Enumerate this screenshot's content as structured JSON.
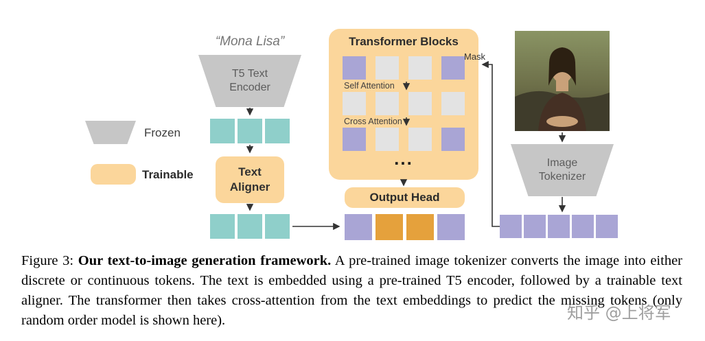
{
  "figure": {
    "prompt_text": "“Mona Lisa”",
    "t5_encoder": {
      "line1": "T5 Text",
      "line2": "Encoder"
    },
    "legend": {
      "frozen_label": "Frozen",
      "trainable_label": "Trainable"
    },
    "text_aligner": {
      "line1": "Text",
      "line2": "Aligner"
    },
    "transformer": {
      "title": "Transformer Blocks",
      "self_attention_label": "Self Attention",
      "cross_attention_label": "Cross Attention",
      "ellipsis": "..."
    },
    "output_head_label": "Output Head",
    "mask_label": "Mask",
    "image_tokenizer": {
      "line1": "Image",
      "line2": "Tokenizer"
    },
    "tokens": {
      "text_tokens_top": [
        "teal",
        "teal",
        "teal"
      ],
      "text_tokens_bottom": [
        "teal",
        "teal",
        "teal"
      ],
      "transformer_row1": [
        "purple",
        "gray",
        "gray",
        "purple"
      ],
      "transformer_row2": [
        "gray",
        "gray",
        "gray",
        "gray"
      ],
      "transformer_row3": [
        "purple",
        "gray",
        "gray",
        "purple"
      ],
      "output_tokens": [
        "purple",
        "orange",
        "orange",
        "purple"
      ],
      "image_tokens": [
        "purple",
        "purple",
        "purple",
        "purple",
        "purple"
      ]
    },
    "colors": {
      "trainable_orange": "#fbd69b",
      "frozen_gray": "#c6c6c6",
      "token_teal": "#8fcfca",
      "token_purple": "#a9a5d5",
      "token_gray": "#e3e3e3",
      "token_orange": "#e5a13c"
    }
  },
  "caption": {
    "figure_label": "Figure 3:",
    "title_bold": "Our text-to-image generation framework.",
    "body": "A pre-trained image tokenizer converts the image into either discrete or continuous tokens. The text is embedded using a pre-trained T5 encoder, followed by a trainable text aligner. The transformer then takes cross-attention from the text embeddings to predict the missing tokens (only random order model is shown here)."
  },
  "watermark": "知乎 @上将军"
}
